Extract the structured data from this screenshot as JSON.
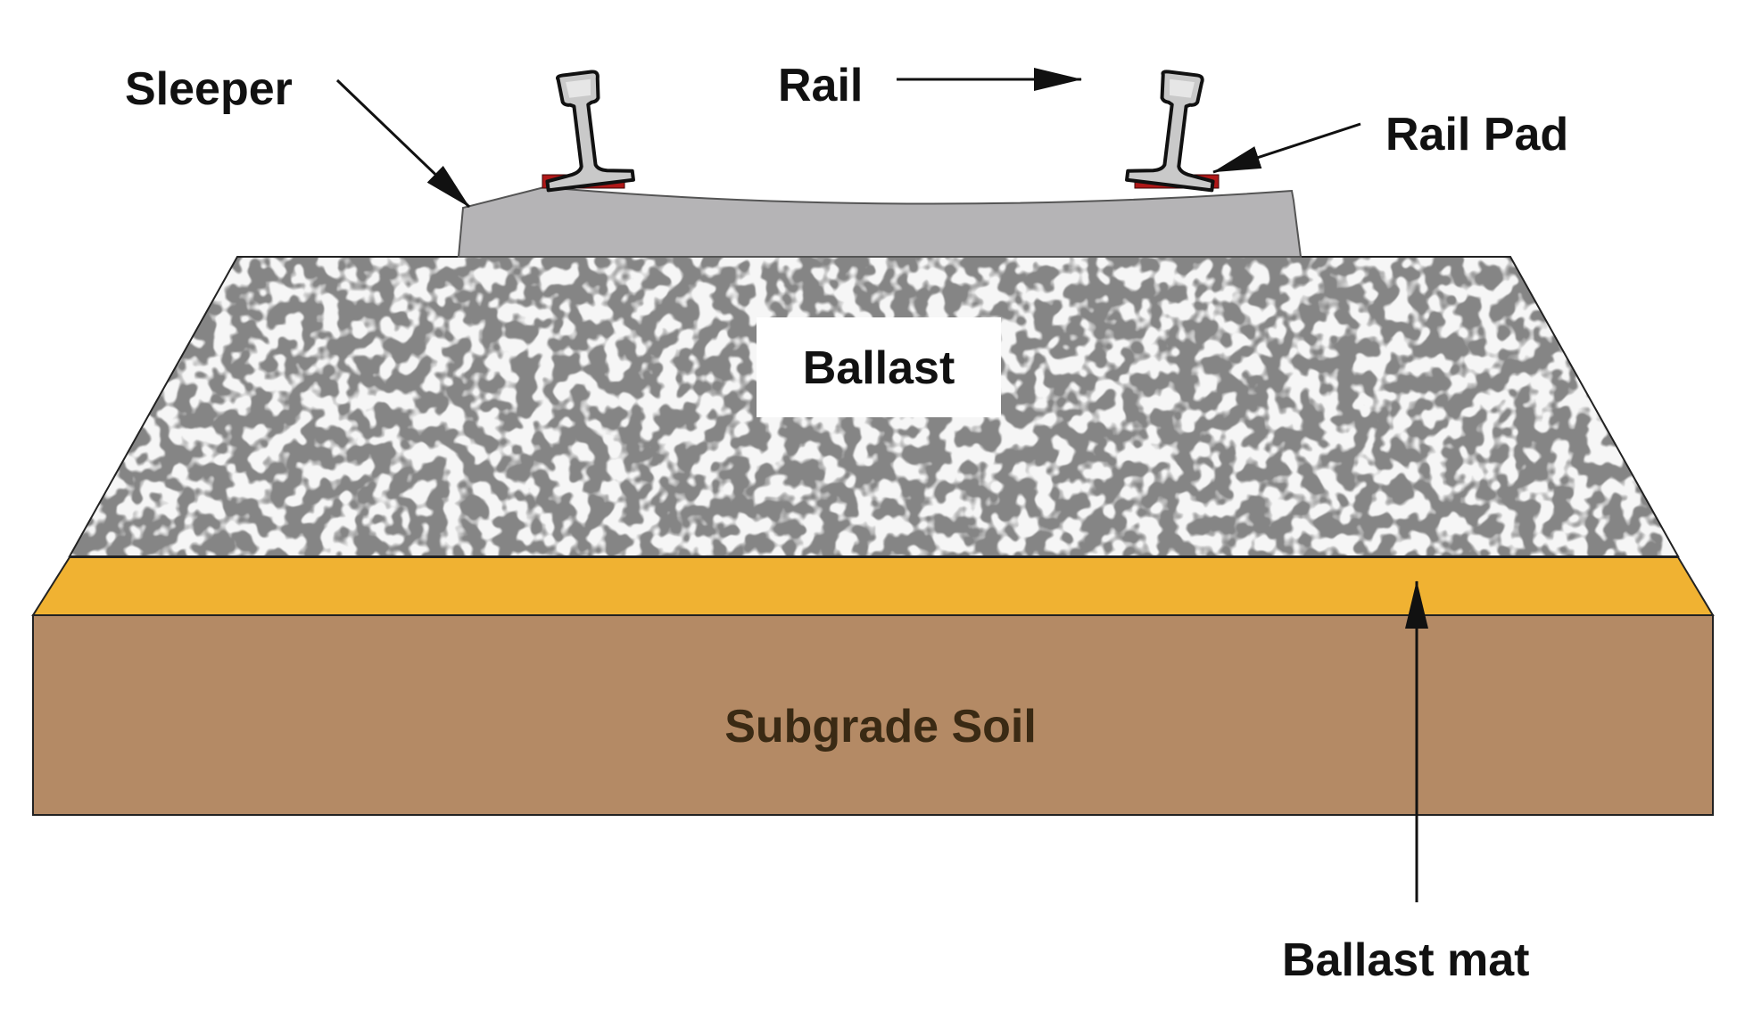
{
  "labels": {
    "sleeper": "Sleeper",
    "rail": "Rail",
    "rail_pad": "Rail Pad",
    "ballast": "Ballast",
    "subgrade_soil": "Subgrade Soil",
    "ballast_mat": "Ballast mat"
  },
  "colors": {
    "background": "#ffffff",
    "sleeper": "#b5b4b6",
    "rail": "#c8c8c8",
    "rail_pad": "#b01818",
    "ballast_base": "#8a8a8a",
    "ballast_stone": "#e4e4e4",
    "ballast_mat": "#f0b232",
    "subgrade": "#b48a65",
    "subgrade_text": "#3a2a14",
    "outline": "#222222"
  }
}
